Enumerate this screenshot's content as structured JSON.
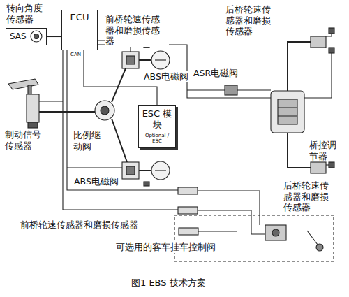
{
  "diagram": {
    "caption": "图1 EBS 技术方案",
    "nodes": [
      {
        "text": [
          "SAS"
        ]
      },
      {
        "text": [
          "ECU"
        ]
      },
      {
        "text": [
          "ESC 模块",
          "Optional / ESC"
        ]
      }
    ],
    "edges": [
      {
        "from": 0,
        "to": 1,
        "arrow": "none"
      },
      {
        "from": 2,
        "to": 1,
        "arrow": "none"
      }
    ],
    "labels": [
      "转向角度传感器",
      "CAN",
      "前桥轮速传感器和磨损传感器",
      "后桥轮速传感器和磨损传感器",
      "ABS电磁阀",
      "ASR电磁阀",
      "桥控调节器",
      "制动信号传感器",
      "比例继动阀",
      "ABS电磁阀",
      "前桥轮速传感器和磨损传感器",
      "后桥轮速传感器和磨损传感器",
      "可选用的客车挂车控制阀"
    ]
  }
}
